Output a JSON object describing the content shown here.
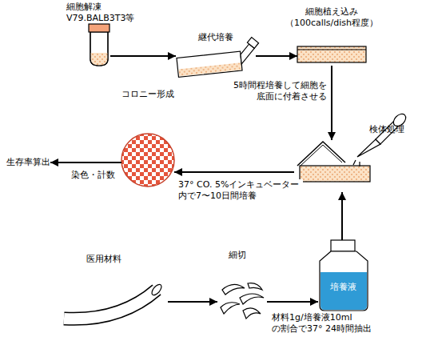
{
  "diagram": {
    "nodes": [
      {
        "text": [
          "細胞解凍 V79.BALB3T3等"
        ]
      },
      {
        "text": [
          "継代培養"
        ]
      },
      {
        "text": [
          "細胞植え込み （100calls/dish程度）"
        ]
      },
      {
        "text": [
          "検体処理"
        ]
      },
      {
        "text": [
          "コロニー形成"
        ]
      },
      {
        "text": [
          "生存率算出"
        ]
      },
      {
        "text": [
          "医用材料"
        ]
      },
      {
        "text": [
          "細切"
        ]
      },
      {
        "text": [
          "培養液",
          "材料1g/培養液10ml の割合で37° 24時間抽出"
        ]
      }
    ],
    "edges": [
      {
        "from": 0,
        "to": 1,
        "arrow": "to"
      },
      {
        "from": 1,
        "to": 2,
        "arrow": "to"
      },
      {
        "from": 2,
        "to": 3,
        "arrow": "to",
        "label": "5時間程培養して細胞を 底面に付着させる"
      },
      {
        "from": 3,
        "to": 4,
        "arrow": "to",
        "label": "37° CO. 5%インキュベーター 内で7〜10日間培養"
      },
      {
        "from": 4,
        "to": 5,
        "arrow": "to",
        "label": "染色・計数"
      },
      {
        "from": 6,
        "to": 7,
        "arrow": "to"
      },
      {
        "from": 7,
        "to": 8,
        "arrow": "to"
      },
      {
        "from": 8,
        "to": 3,
        "arrow": "to"
      }
    ]
  }
}
